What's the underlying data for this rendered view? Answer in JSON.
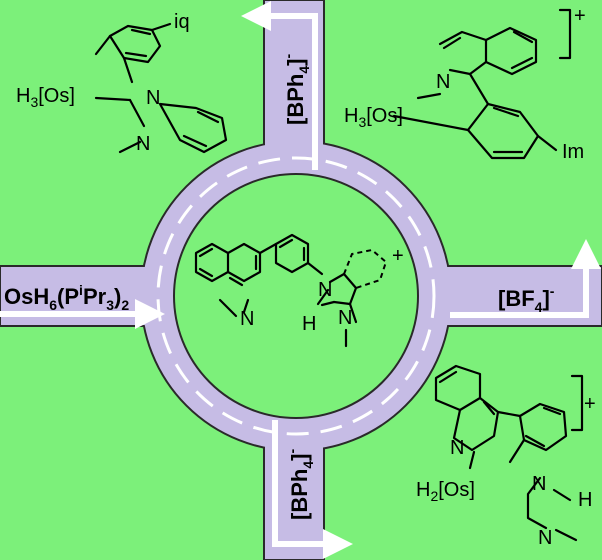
{
  "colors": {
    "background": "#7cf07a",
    "road": "#c6bce5",
    "road_edge": "#2a2a2a",
    "island": "#7cf07a",
    "lane_marking": "#ffffff"
  },
  "center": {
    "label_n": "N",
    "label_n_plus": "N",
    "label_n_me": "N",
    "label_h": "H",
    "charge": "+"
  },
  "reagents": {
    "west": {
      "main": "OsH",
      "sub1": "6",
      "mid": "(P",
      "sup": "i",
      "mid2": "Pr",
      "sub2": "3",
      "close": ")",
      "sub3": "2"
    },
    "north": {
      "main": "[BPh",
      "sub": "4",
      "close": "]",
      "sup": "-"
    },
    "east": {
      "main": "[BF",
      "sub": "4",
      "close": "]",
      "sup": "-"
    },
    "south": {
      "main": "[BPh",
      "sub": "4",
      "close": "]",
      "sup": "-"
    }
  },
  "products": {
    "top_left": {
      "metal": "H",
      "metal_sub": "3",
      "metal_br": "[Os]",
      "n_top": "N",
      "n_bottom": "N",
      "iq": "iq"
    },
    "top_right": {
      "metal": "H",
      "metal_sub": "3",
      "metal_br": "[Os]",
      "n": "N",
      "im": "Im",
      "charge": "+"
    },
    "bottom_right": {
      "metal": "H",
      "metal_sub": "2",
      "metal_br": "[Os]",
      "n_iq": "N",
      "n_top": "N",
      "n_bottom": "N",
      "h": "H",
      "charge": "+"
    }
  }
}
